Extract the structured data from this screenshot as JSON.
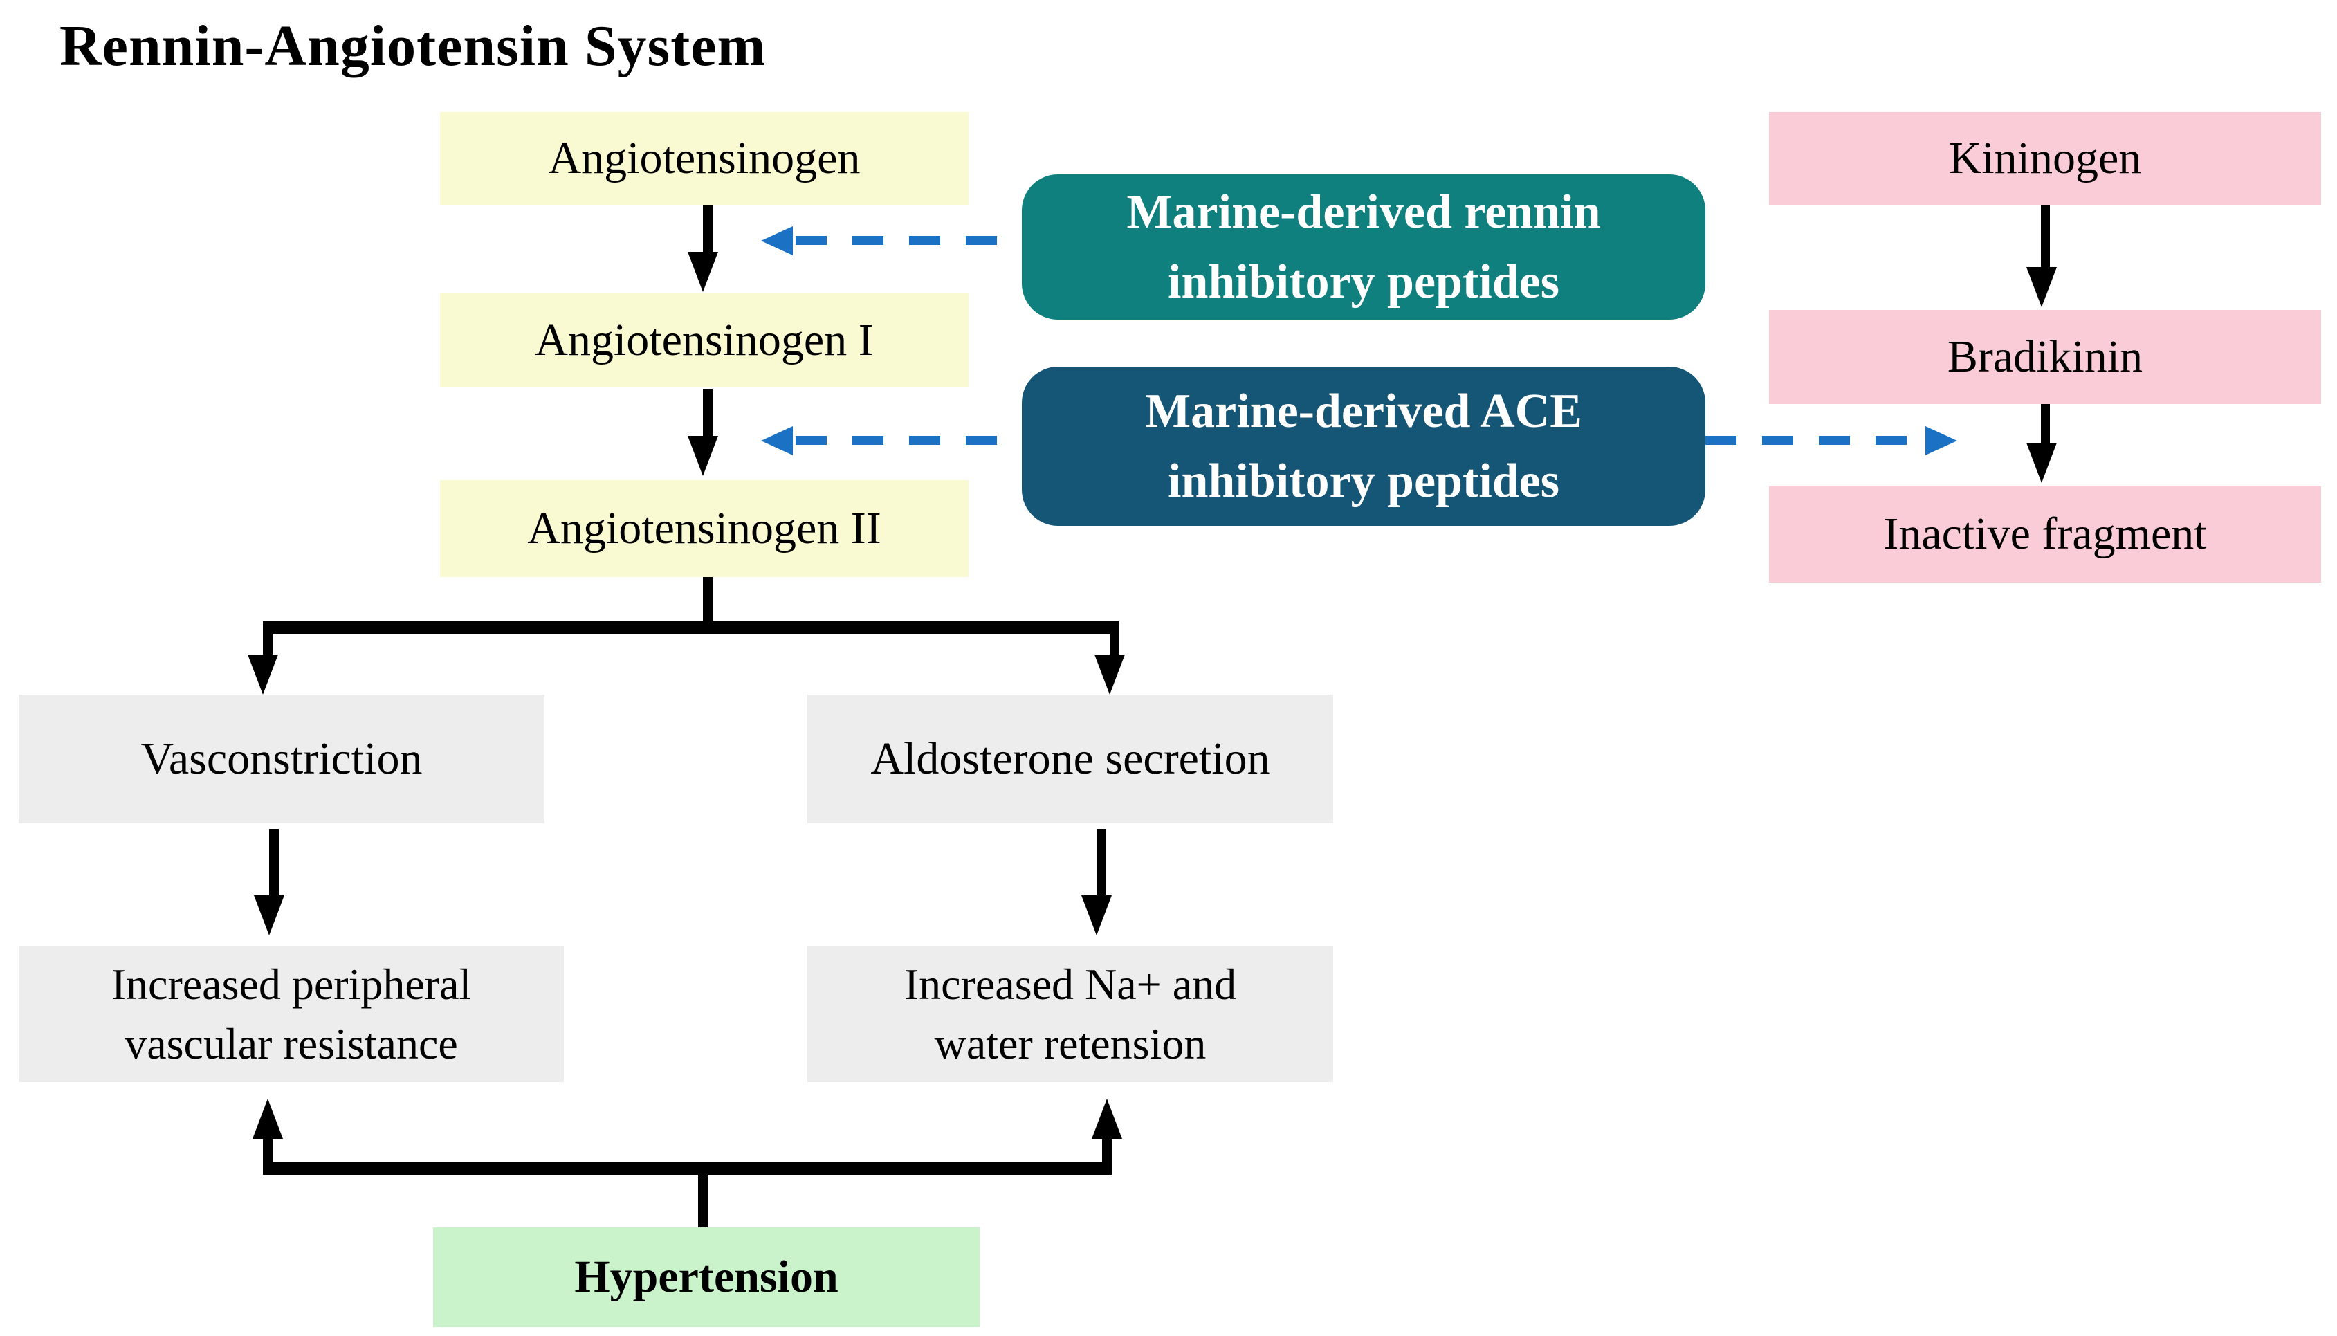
{
  "title": "Rennin-Angiotensin System",
  "left_chain": {
    "angiotensinogen": "Angiotensinogen",
    "angiotensinogen_1": "Angiotensinogen I",
    "angiotensinogen_2": "Angiotensinogen II"
  },
  "right_chain": {
    "kininogen": "Kininogen",
    "bradikinin": "Bradikinin",
    "inactive_fragment": "Inactive fragment"
  },
  "inhibitors": {
    "renin": {
      "line1": "Marine-derived rennin",
      "line2": "inhibitory peptides"
    },
    "ace": {
      "line1": "Marine-derived ACE",
      "line2": "inhibitory peptides"
    }
  },
  "outcomes": {
    "vasoconstriction": "Vasconstriction",
    "aldosterone": "Aldosterone secretion",
    "peripheral": {
      "line1": "Increased peripheral",
      "line2": "vascular resistance"
    },
    "sodium": {
      "line1": "Increased Na+ and",
      "line2": "water retension"
    },
    "hypertension": "Hypertension"
  },
  "colors": {
    "substrate_yellow": "#FAFAD2",
    "kinin_pink": "#F9CCD7",
    "renin_inhibitor_teal": "#10807E",
    "ace_inhibitor_navy": "#155676",
    "outcome_gray": "#EDEDED",
    "hypertension_green": "#CBF3CB",
    "arrow_black": "#000000",
    "inhibition_dash_blue": "#1B72C4",
    "background": "#FFFFFF"
  }
}
